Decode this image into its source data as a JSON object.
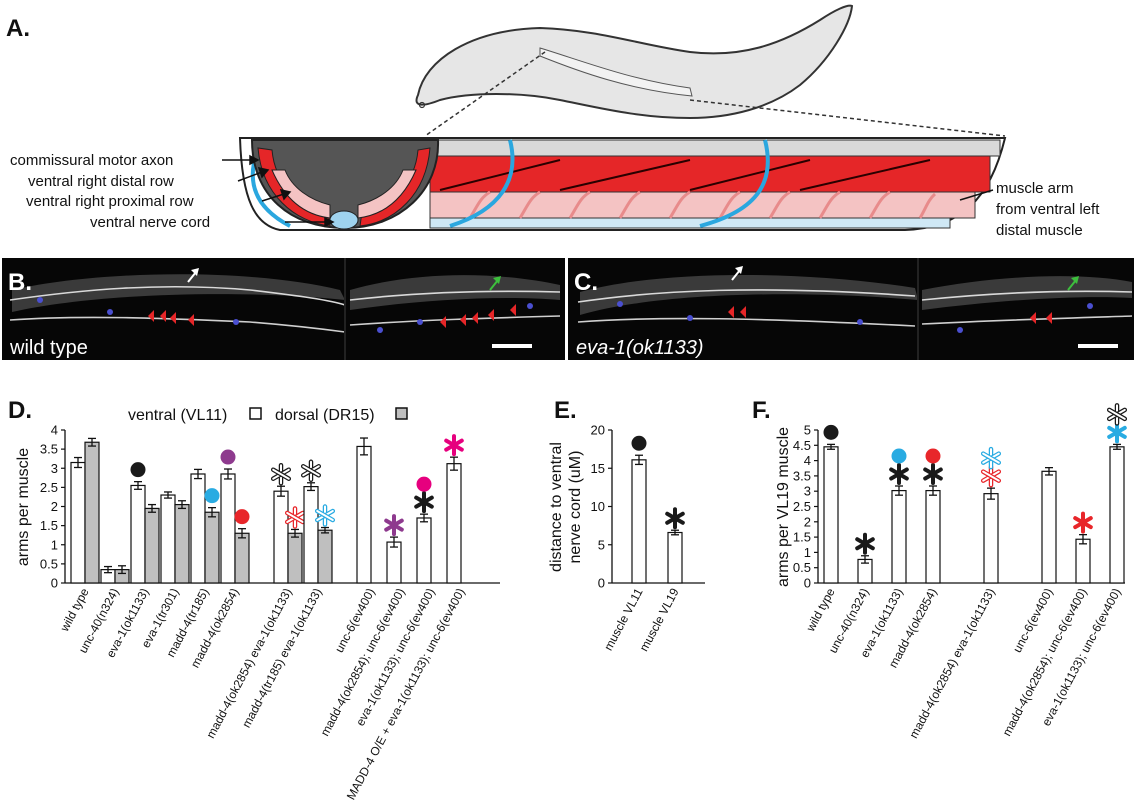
{
  "panels": {
    "A": {
      "label": "A.",
      "annotations_left": [
        "commissural motor axon",
        "ventral right distal row",
        "ventral right proximal row",
        "ventral nerve cord"
      ],
      "annotation_right": [
        "muscle arm",
        "from ventral left",
        "distal muscle"
      ]
    },
    "B": {
      "label": "B.",
      "genotype": "wild type"
    },
    "C": {
      "label": "C.",
      "genotype": "eva-1(ok1133)"
    },
    "D": {
      "label": "D."
    },
    "E": {
      "label": "E."
    },
    "F": {
      "label": "F."
    }
  },
  "colors": {
    "black": "#1a1a1a",
    "cyan": "#29abe2",
    "purple": "#8e3a8e",
    "red": "#e8262a",
    "magenta": "#e6007e",
    "muscle_red": "#e52628",
    "muscle_pink": "#f4b6b7",
    "axon_blue": "#2aa7df",
    "ventral_bar": "#ffffff",
    "dorsal_bar": "#bfbfbf"
  },
  "chart_data": [
    {
      "panel": "D",
      "type": "bar",
      "ylabel": "arms per muscle",
      "ylim": [
        0,
        4
      ],
      "yticks": [
        0,
        0.5,
        1,
        1.5,
        2,
        2.5,
        3,
        3.5,
        4
      ],
      "legend": {
        "ventral": "ventral (VL11)",
        "dorsal": "dorsal (DR15)",
        "placement": "top"
      },
      "categories": [
        "wild type",
        "unc-40(n324)",
        "eva-1(ok1133)",
        "eva-1(tr301)",
        "madd-4(tr185)",
        "madd-4(ok2854)",
        "madd-4(ok2854) eva-1(ok1133)",
        "madd-4(tr185) eva-1(ok1133)",
        "unc-6(ev400)",
        "madd-4(ok2854); unc-6(ev400)",
        "eva-1(ok1133); unc-6(ev400)",
        "MADD-4 O/E + eva-1(ok1133); unc-6(ev400)"
      ],
      "groups": [
        0,
        0,
        0,
        0,
        0,
        0,
        1,
        1,
        2,
        2,
        2,
        2
      ],
      "series": [
        {
          "name": "ventral (VL11)",
          "values": [
            3.15,
            0.35,
            2.55,
            2.3,
            2.85,
            2.85,
            2.4,
            2.52,
            3.57,
            1.07,
            1.7,
            3.12
          ],
          "errors": [
            0.13,
            0.08,
            0.1,
            0.08,
            0.12,
            0.13,
            0.13,
            0.1,
            0.22,
            0.13,
            0.1,
            0.17
          ]
        },
        {
          "name": "dorsal (DR15)",
          "values": [
            3.68,
            0.35,
            1.95,
            2.05,
            1.85,
            1.3,
            1.3,
            1.38,
            null,
            null,
            null,
            null
          ],
          "errors": [
            0.1,
            0.1,
            0.1,
            0.1,
            0.12,
            0.12,
            0.1,
            0.07,
            null,
            null,
            null,
            null
          ]
        }
      ],
      "markers": [
        {
          "cat": 2,
          "series": 0,
          "symbols": [
            {
              "shape": "dot",
              "color": "black"
            }
          ]
        },
        {
          "cat": 4,
          "series": 1,
          "symbols": [
            {
              "shape": "dot",
              "color": "cyan"
            }
          ]
        },
        {
          "cat": 5,
          "series": 0,
          "symbols": [
            {
              "shape": "dot",
              "color": "purple"
            }
          ]
        },
        {
          "cat": 5,
          "series": 1,
          "symbols": [
            {
              "shape": "dot",
              "color": "red"
            }
          ]
        },
        {
          "cat": 6,
          "series": 0,
          "symbols": [
            {
              "shape": "hollow-asterisk",
              "color": "black"
            }
          ]
        },
        {
          "cat": 6,
          "series": 1,
          "symbols": [
            {
              "shape": "hollow-asterisk",
              "color": "red"
            }
          ]
        },
        {
          "cat": 7,
          "series": 0,
          "symbols": [
            {
              "shape": "hollow-asterisk",
              "color": "black"
            }
          ]
        },
        {
          "cat": 7,
          "series": 1,
          "symbols": [
            {
              "shape": "hollow-asterisk",
              "color": "cyan"
            }
          ]
        },
        {
          "cat": 9,
          "series": 0,
          "symbols": [
            {
              "shape": "asterisk",
              "color": "purple"
            }
          ]
        },
        {
          "cat": 10,
          "series": 0,
          "symbols": [
            {
              "shape": "asterisk",
              "color": "black"
            },
            {
              "shape": "dot",
              "color": "magenta"
            }
          ]
        },
        {
          "cat": 11,
          "series": 0,
          "symbols": [
            {
              "shape": "asterisk",
              "color": "magenta"
            }
          ]
        }
      ]
    },
    {
      "panel": "E",
      "type": "bar",
      "ylabel": "distance to ventral nerve cord (uM)",
      "ylim": [
        0,
        20
      ],
      "yticks": [
        0,
        5,
        10,
        15,
        20
      ],
      "categories": [
        "muscle VL11",
        "muscle VL19"
      ],
      "series": [
        {
          "name": "",
          "values": [
            16.1,
            6.6
          ],
          "errors": [
            0.6,
            0.3
          ]
        }
      ],
      "markers": [
        {
          "cat": 0,
          "series": 0,
          "symbols": [
            {
              "shape": "dot",
              "color": "black"
            }
          ]
        },
        {
          "cat": 1,
          "series": 0,
          "symbols": [
            {
              "shape": "asterisk",
              "color": "black"
            }
          ]
        }
      ]
    },
    {
      "panel": "F",
      "type": "bar",
      "ylabel": "arms per VL19 muscle",
      "ylim": [
        0,
        5
      ],
      "yticks": [
        0,
        0.5,
        1,
        1.5,
        2,
        2.5,
        3,
        3.5,
        4,
        4.5,
        5
      ],
      "categories": [
        "wild type",
        "unc-40(n324)",
        "eva-1(ok1133)",
        "madd-4(ok2854)",
        "madd-4(ok2854) eva-1(ok1133)",
        "unc-6(ev400)",
        "madd-4(ok2854); unc-6(ev400)",
        "eva-1(ok1133); unc-6(ev400)"
      ],
      "groups": [
        0,
        0,
        0,
        0,
        1,
        2,
        2,
        2
      ],
      "series": [
        {
          "name": "",
          "values": [
            4.45,
            0.77,
            3.02,
            3.02,
            2.92,
            3.65,
            1.43,
            4.45
          ],
          "errors": [
            0.08,
            0.12,
            0.15,
            0.15,
            0.18,
            0.12,
            0.15,
            0.08
          ]
        }
      ],
      "markers": [
        {
          "cat": 0,
          "series": 0,
          "symbols": [
            {
              "shape": "dot",
              "color": "black"
            }
          ]
        },
        {
          "cat": 1,
          "series": 0,
          "symbols": [
            {
              "shape": "asterisk",
              "color": "black"
            }
          ]
        },
        {
          "cat": 2,
          "series": 0,
          "symbols": [
            {
              "shape": "asterisk",
              "color": "black"
            },
            {
              "shape": "dot",
              "color": "cyan"
            }
          ]
        },
        {
          "cat": 3,
          "series": 0,
          "symbols": [
            {
              "shape": "asterisk",
              "color": "black"
            },
            {
              "shape": "dot",
              "color": "red"
            }
          ]
        },
        {
          "cat": 4,
          "series": 0,
          "symbols": [
            {
              "shape": "hollow-asterisk",
              "color": "red"
            },
            {
              "shape": "hollow-asterisk",
              "color": "cyan"
            }
          ]
        },
        {
          "cat": 6,
          "series": 0,
          "symbols": [
            {
              "shape": "asterisk",
              "color": "red"
            }
          ]
        },
        {
          "cat": 7,
          "series": 0,
          "symbols": [
            {
              "shape": "asterisk",
              "color": "cyan"
            },
            {
              "shape": "hollow-asterisk",
              "color": "black"
            }
          ]
        }
      ]
    }
  ]
}
